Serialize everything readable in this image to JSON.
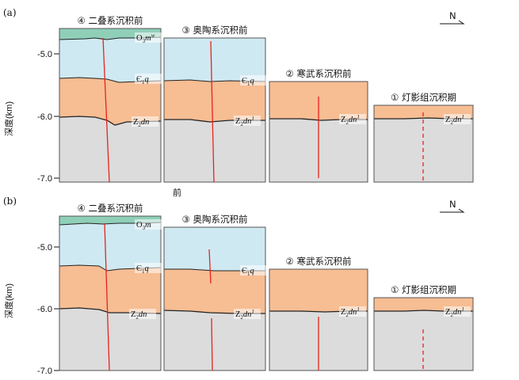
{
  "colors": {
    "upper_ordovician": "#8fcfb8",
    "ordovician": "#cfe9f2",
    "cambrian": "#f7bd93",
    "sinian": "#dcdcdc",
    "fault": "#e8231d",
    "boundary": "#222222",
    "frame": "#555555"
  },
  "north_arrow": {
    "label": "N"
  },
  "stray_label": "前",
  "panels": [
    {
      "id": "a",
      "label": "(a)",
      "y_label": "深度(km)",
      "y_ticks": [
        "-5.0",
        "-6.0",
        "-7.0"
      ],
      "columns": [
        {
          "title": "④ 二叠系沉积前",
          "layers": [
            {
              "name": "O3m",
              "label_main": "O",
              "label_sub": "3",
              "label_rest": "m",
              "label_sup": "w"
            },
            {
              "name": "C1q",
              "label_main": "Є",
              "label_sub": "1",
              "label_rest": "q",
              "label_sup": ""
            },
            {
              "name": "Z2dn",
              "label_main": "Z",
              "label_sub": "2",
              "label_rest": "dn",
              "label_sup": ""
            }
          ]
        },
        {
          "title": "③ 奥陶系沉积前",
          "layers": [
            {
              "name": "C1q",
              "label_main": "Є",
              "label_sub": "1",
              "label_rest": "q",
              "label_sup": ""
            },
            {
              "name": "Z2dn",
              "label_main": "Z",
              "label_sub": "2",
              "label_rest": "dn",
              "label_sup": "1"
            }
          ]
        },
        {
          "title": "② 寒武系沉积前",
          "layers": [
            {
              "name": "Z2dn",
              "label_main": "Z",
              "label_sub": "2",
              "label_rest": "dn",
              "label_sup": "1"
            }
          ]
        },
        {
          "title": "① 灯影组沉积期",
          "layers": [
            {
              "name": "Z2dn",
              "label_main": "Z",
              "label_sub": "2",
              "label_rest": "dn",
              "label_sup": "1"
            }
          ]
        }
      ]
    },
    {
      "id": "b",
      "label": "(b)",
      "y_label": "深度(km)",
      "y_ticks": [
        "-5.0",
        "-6.0",
        "-7.0"
      ],
      "columns": [
        {
          "title": "④ 二叠系沉积前",
          "layers": [
            {
              "name": "O3m",
              "label_main": "O",
              "label_sub": "3",
              "label_rest": "m",
              "label_sup": ""
            },
            {
              "name": "C1q",
              "label_main": "Є",
              "label_sub": "1",
              "label_rest": "q",
              "label_sup": ""
            },
            {
              "name": "Z2dn",
              "label_main": "Z",
              "label_sub": "2",
              "label_rest": "dn",
              "label_sup": ""
            }
          ]
        },
        {
          "title": "③ 奥陶系沉积前",
          "layers": [
            {
              "name": "C1q",
              "label_main": "Є",
              "label_sub": "1",
              "label_rest": "q",
              "label_sup": ""
            },
            {
              "name": "Z2dn",
              "label_main": "Z",
              "label_sub": "2",
              "label_rest": "dn",
              "label_sup": "1"
            }
          ]
        },
        {
          "title": "② 寒武系沉积前",
          "layers": [
            {
              "name": "Z2dn",
              "label_main": "Z",
              "label_sub": "2",
              "label_rest": "dn",
              "label_sup": "1"
            }
          ]
        },
        {
          "title": "① 灯影组沉积期",
          "layers": [
            {
              "name": "Z2dn",
              "label_main": "Z",
              "label_sub": "2",
              "label_rest": "dn",
              "label_sup": "1"
            }
          ]
        }
      ]
    }
  ]
}
